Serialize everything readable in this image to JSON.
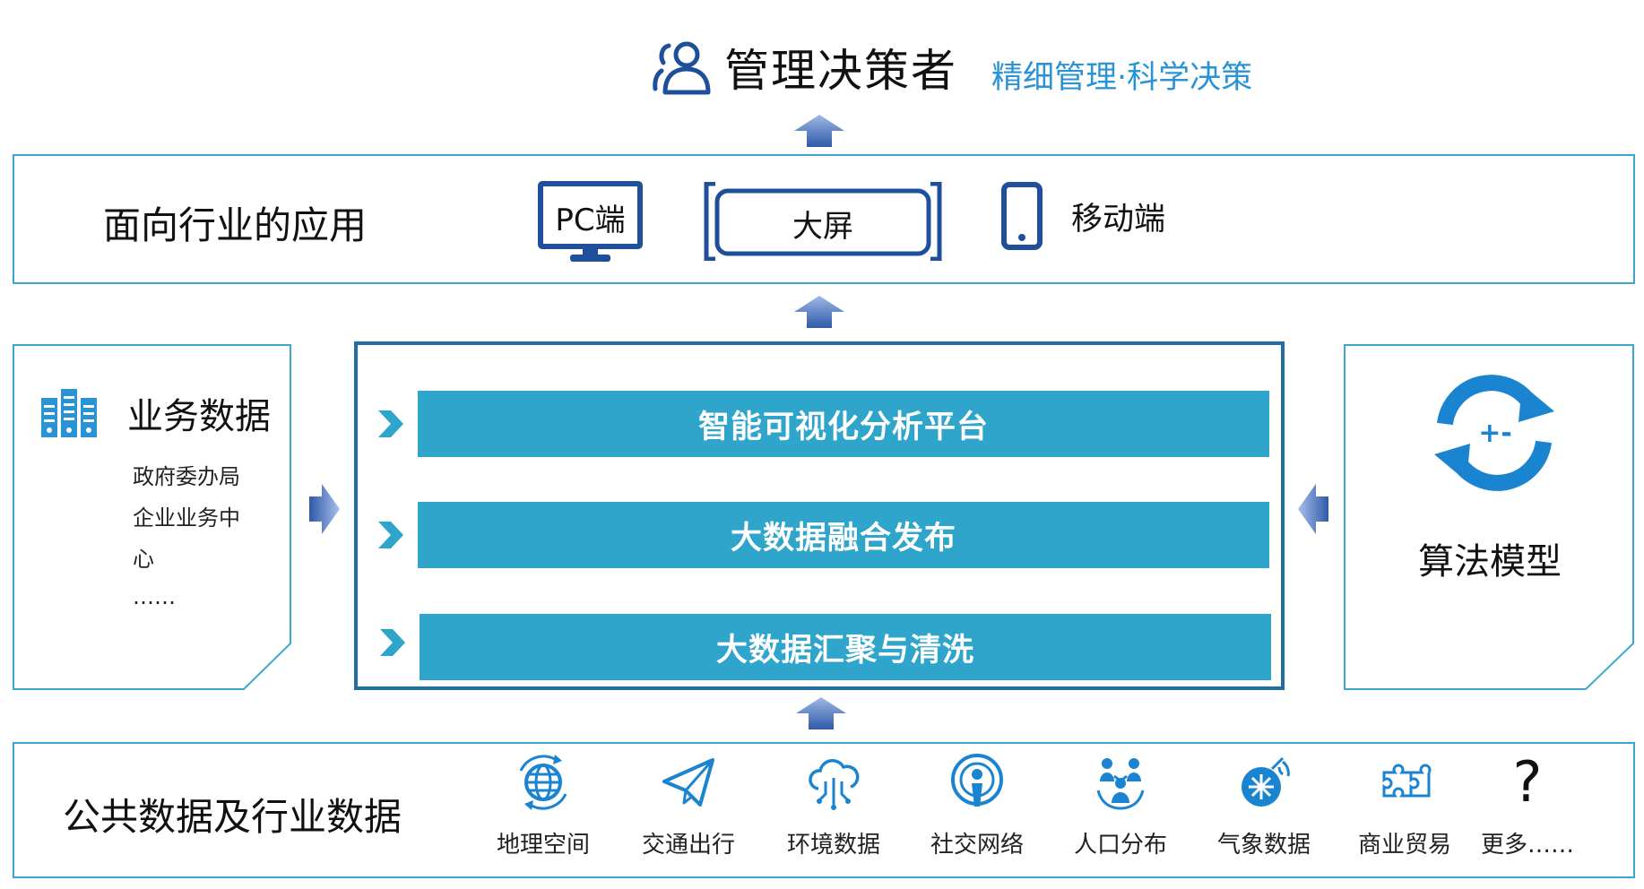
{
  "header": {
    "title": "管理决策者",
    "slogan": "精细管理·科学决策"
  },
  "apps": {
    "title": "面向行业的应用",
    "pc_label": "PC端",
    "big_screen_label": "大屏",
    "mobile_label": "移动端"
  },
  "business": {
    "title": "业务数据",
    "items": [
      "政府委办局",
      "企业业务中",
      "心",
      "……"
    ]
  },
  "platform": {
    "layers": [
      "智能可视化分析平台",
      "大数据融合发布",
      "大数据汇聚与清洗"
    ]
  },
  "algorithm": {
    "title": "算法模型",
    "icon_text": "+-"
  },
  "public": {
    "title": "公共数据及行业数据",
    "items": [
      {
        "label": "地理空间",
        "icon": "globe-icon"
      },
      {
        "label": "交通出行",
        "icon": "paper-plane-icon"
      },
      {
        "label": "环境数据",
        "icon": "cloud-circuit-icon"
      },
      {
        "label": "社交网络",
        "icon": "broadcast-icon"
      },
      {
        "label": "人口分布",
        "icon": "people-network-icon"
      },
      {
        "label": "气象数据",
        "icon": "satellite-dish-icon"
      },
      {
        "label": "商业贸易",
        "icon": "puzzle-icon"
      },
      {
        "label": "更多……",
        "icon": "question-mark-icon",
        "symbol": "?"
      }
    ]
  },
  "colors": {
    "accent": "#2fa5cc",
    "border": "#3ea6cf",
    "dark_blue": "#1f6fa3",
    "arrow": "#2f5aa8",
    "icon_blue": "#1a84d0"
  }
}
